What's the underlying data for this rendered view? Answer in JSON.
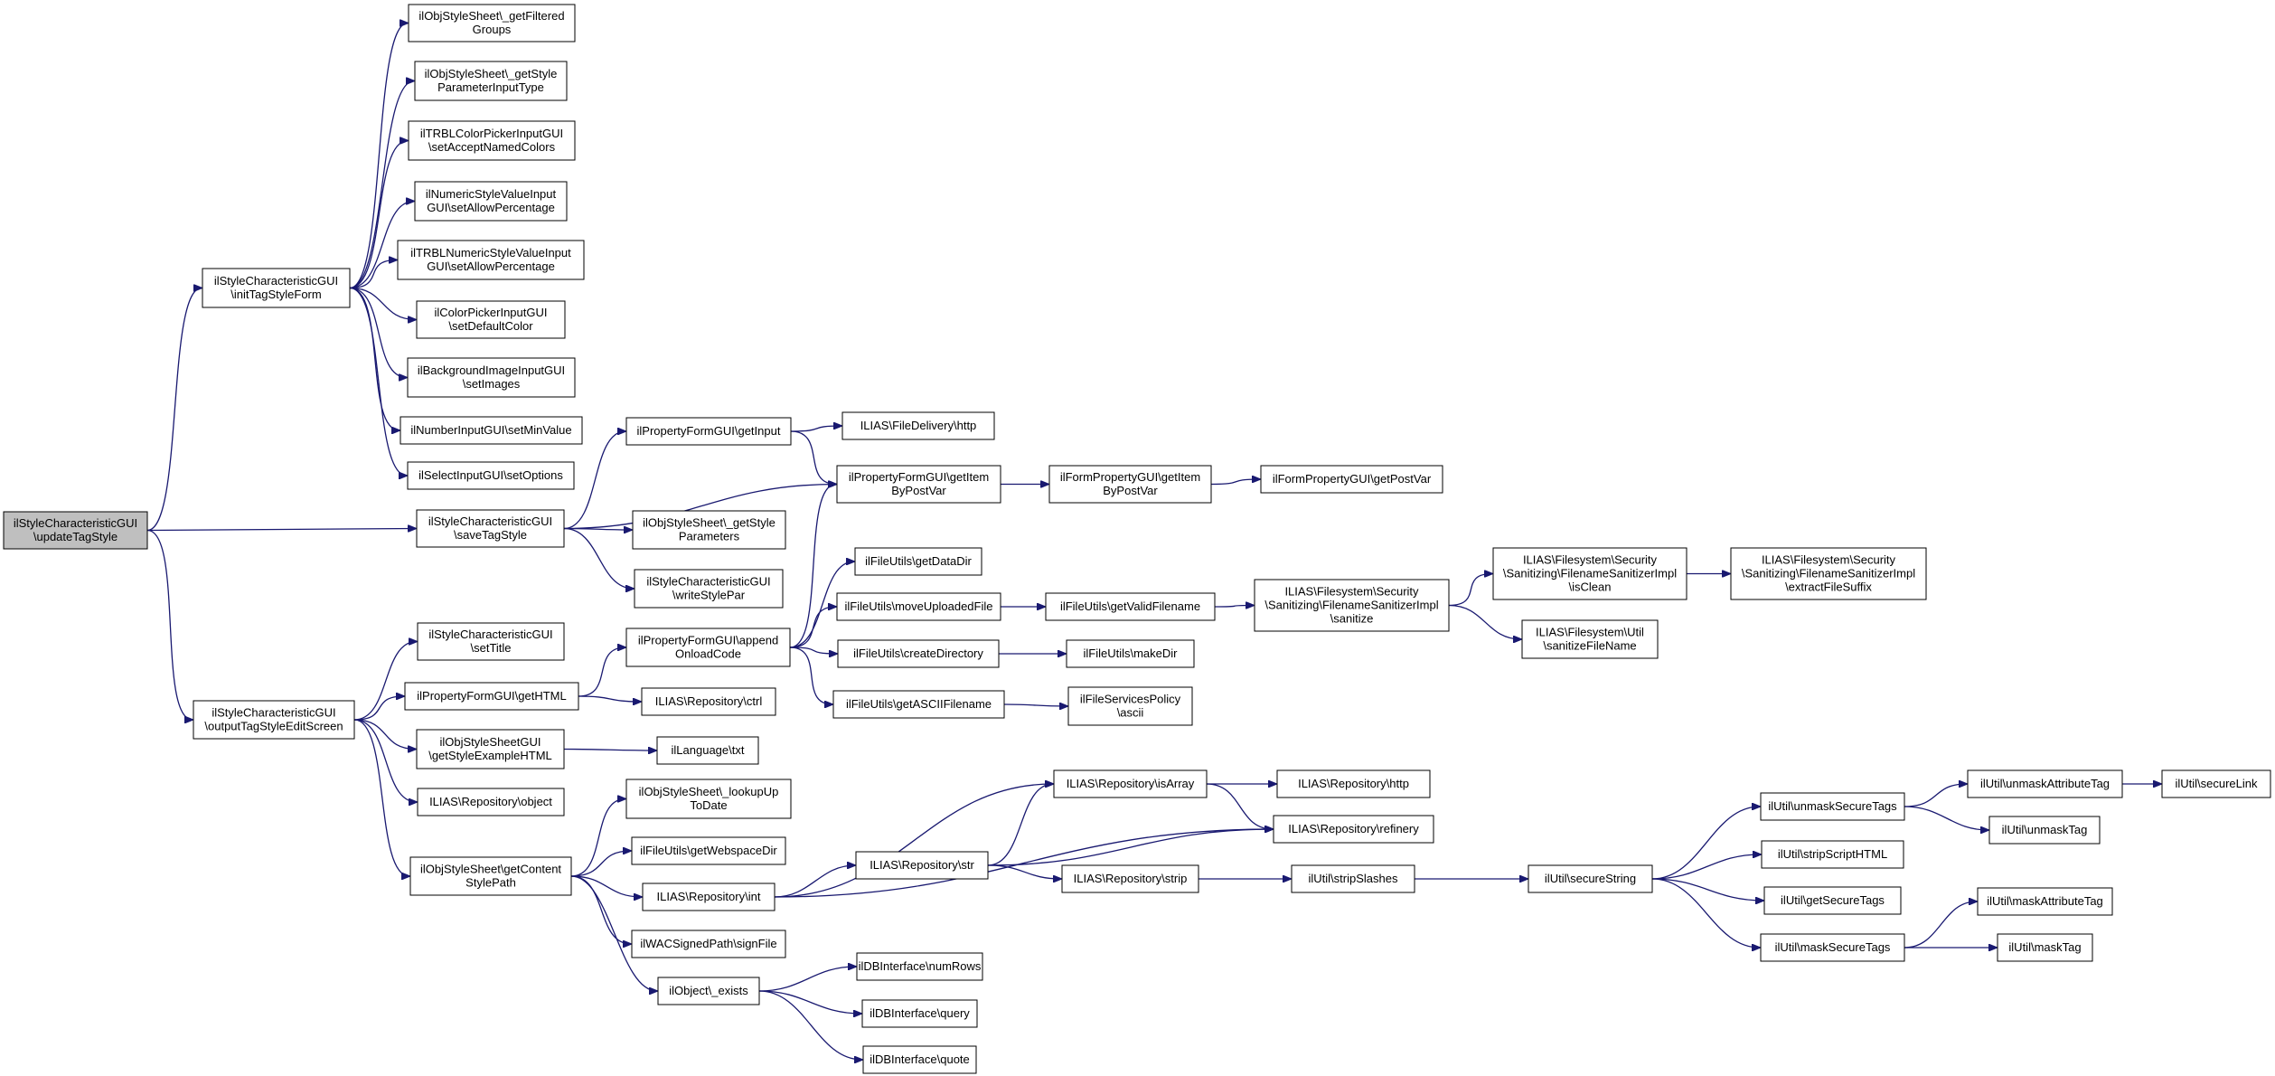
{
  "colors": {
    "edge": "#191970",
    "root_fill": "#bfbfbf",
    "node_fill": "#ffffff",
    "node_stroke": "#000000"
  },
  "nodes": [
    {
      "id": "n0",
      "lines": [
        "ilStyleCharacteristicGUI",
        "\\updateTagStyle"
      ],
      "root": true
    },
    {
      "id": "n1",
      "lines": [
        "ilStyleCharacteristicGUI",
        "\\initTagStyleForm"
      ]
    },
    {
      "id": "n2",
      "lines": [
        "ilStyleCharacteristicGUI",
        "\\saveTagStyle"
      ]
    },
    {
      "id": "n3",
      "lines": [
        "ilStyleCharacteristicGUI",
        "\\outputTagStyleEditScreen"
      ]
    },
    {
      "id": "n4",
      "lines": [
        "ilObjStyleSheet\\_getFiltered",
        "Groups"
      ]
    },
    {
      "id": "n5",
      "lines": [
        "ilObjStyleSheet\\_getStyle",
        "ParameterInputType"
      ]
    },
    {
      "id": "n6",
      "lines": [
        "ilTRBLColorPickerInputGUI",
        "\\setAcceptNamedColors"
      ]
    },
    {
      "id": "n7",
      "lines": [
        "ilNumericStyleValueInput",
        "GUI\\setAllowPercentage"
      ]
    },
    {
      "id": "n8",
      "lines": [
        "ilTRBLNumericStyleValueInput",
        "GUI\\setAllowPercentage"
      ]
    },
    {
      "id": "n9",
      "lines": [
        "ilColorPickerInputGUI",
        "\\setDefaultColor"
      ]
    },
    {
      "id": "n10",
      "lines": [
        "ilBackgroundImageInputGUI",
        "\\setImages"
      ]
    },
    {
      "id": "n11",
      "lines": [
        "ilNumberInputGUI\\setMinValue"
      ]
    },
    {
      "id": "n12",
      "lines": [
        "ilSelectInputGUI\\setOptions"
      ]
    },
    {
      "id": "n13",
      "lines": [
        "ilPropertyFormGUI\\getInput"
      ]
    },
    {
      "id": "n14",
      "lines": [
        "ilPropertyFormGUI\\getItem",
        "ByPostVar"
      ]
    },
    {
      "id": "n15",
      "lines": [
        "ilObjStyleSheet\\_getStyle",
        "Parameters"
      ]
    },
    {
      "id": "n16",
      "lines": [
        "ilStyleCharacteristicGUI",
        "\\writeStylePar"
      ]
    },
    {
      "id": "n17",
      "lines": [
        "ILIAS\\FileDelivery\\http"
      ]
    },
    {
      "id": "n18",
      "lines": [
        "ilFormPropertyGUI\\getItem",
        "ByPostVar"
      ]
    },
    {
      "id": "n19",
      "lines": [
        "ilFormPropertyGUI\\getPostVar"
      ]
    },
    {
      "id": "n20",
      "lines": [
        "ilStyleCharacteristicGUI",
        "\\setTitle"
      ]
    },
    {
      "id": "n21",
      "lines": [
        "ilPropertyFormGUI\\getHTML"
      ]
    },
    {
      "id": "n22",
      "lines": [
        "ilObjStyleSheetGUI",
        "\\getStyleExampleHTML"
      ]
    },
    {
      "id": "n23",
      "lines": [
        "ILIAS\\Repository\\object"
      ]
    },
    {
      "id": "n24",
      "lines": [
        "ilObjStyleSheet\\getContent",
        "StylePath"
      ]
    },
    {
      "id": "n25",
      "lines": [
        "ilPropertyFormGUI\\append",
        "OnloadCode"
      ]
    },
    {
      "id": "n26",
      "lines": [
        "ILIAS\\Repository\\ctrl"
      ]
    },
    {
      "id": "n27",
      "lines": [
        "ilLanguage\\txt"
      ]
    },
    {
      "id": "n28",
      "lines": [
        "ilFileUtils\\getDataDir"
      ]
    },
    {
      "id": "n29",
      "lines": [
        "ilFileUtils\\moveUploadedFile"
      ]
    },
    {
      "id": "n30",
      "lines": [
        "ilFileUtils\\createDirectory"
      ]
    },
    {
      "id": "n31",
      "lines": [
        "ilFileUtils\\getASCIIFilename"
      ]
    },
    {
      "id": "n32",
      "lines": [
        "ilFileUtils\\getValidFilename"
      ]
    },
    {
      "id": "n33",
      "lines": [
        "ilFileUtils\\makeDir"
      ]
    },
    {
      "id": "n34",
      "lines": [
        "ilFileServicesPolicy",
        "\\ascii"
      ]
    },
    {
      "id": "n35",
      "lines": [
        "ILIAS\\Filesystem\\Security",
        "\\Sanitizing\\FilenameSanitizerImpl",
        "\\sanitize"
      ]
    },
    {
      "id": "n36",
      "lines": [
        "ILIAS\\Filesystem\\Security",
        "\\Sanitizing\\FilenameSanitizerImpl",
        "\\isClean"
      ]
    },
    {
      "id": "n37",
      "lines": [
        "ILIAS\\Filesystem\\Util",
        "\\sanitizeFileName"
      ]
    },
    {
      "id": "n38",
      "lines": [
        "ILIAS\\Filesystem\\Security",
        "\\Sanitizing\\FilenameSanitizerImpl",
        "\\extractFileSuffix"
      ]
    },
    {
      "id": "n39",
      "lines": [
        "ilObjStyleSheet\\_lookupUp",
        "ToDate"
      ]
    },
    {
      "id": "n40",
      "lines": [
        "ilFileUtils\\getWebspaceDir"
      ]
    },
    {
      "id": "n41",
      "lines": [
        "ILIAS\\Repository\\int"
      ]
    },
    {
      "id": "n42",
      "lines": [
        "ilWACSignedPath\\signFile"
      ]
    },
    {
      "id": "n43",
      "lines": [
        "ilObject\\_exists"
      ]
    },
    {
      "id": "n44",
      "lines": [
        "ILIAS\\Repository\\str"
      ]
    },
    {
      "id": "n45",
      "lines": [
        "ILIAS\\Repository\\isArray"
      ]
    },
    {
      "id": "n46",
      "lines": [
        "ILIAS\\Repository\\strip"
      ]
    },
    {
      "id": "n47",
      "lines": [
        "ILIAS\\Repository\\http"
      ]
    },
    {
      "id": "n48",
      "lines": [
        "ILIAS\\Repository\\refinery"
      ]
    },
    {
      "id": "n49",
      "lines": [
        "ilUtil\\stripSlashes"
      ]
    },
    {
      "id": "n50",
      "lines": [
        "ilUtil\\secureString"
      ]
    },
    {
      "id": "n51",
      "lines": [
        "ilUtil\\unmaskSecureTags"
      ]
    },
    {
      "id": "n52",
      "lines": [
        "ilUtil\\stripScriptHTML"
      ]
    },
    {
      "id": "n53",
      "lines": [
        "ilUtil\\getSecureTags"
      ]
    },
    {
      "id": "n54",
      "lines": [
        "ilUtil\\maskSecureTags"
      ]
    },
    {
      "id": "n55",
      "lines": [
        "ilUtil\\unmaskAttributeTag"
      ]
    },
    {
      "id": "n56",
      "lines": [
        "ilUtil\\unmaskTag"
      ]
    },
    {
      "id": "n57",
      "lines": [
        "ilUtil\\secureLink"
      ]
    },
    {
      "id": "n58",
      "lines": [
        "ilUtil\\maskAttributeTag"
      ]
    },
    {
      "id": "n59",
      "lines": [
        "ilUtil\\maskTag"
      ]
    },
    {
      "id": "n60",
      "lines": [
        "ilDBInterface\\numRows"
      ]
    },
    {
      "id": "n61",
      "lines": [
        "ilDBInterface\\query"
      ]
    },
    {
      "id": "n62",
      "lines": [
        "ilDBInterface\\quote"
      ]
    }
  ],
  "edges": [
    [
      "n0",
      "n1"
    ],
    [
      "n0",
      "n2"
    ],
    [
      "n0",
      "n3"
    ],
    [
      "n1",
      "n4"
    ],
    [
      "n1",
      "n5"
    ],
    [
      "n1",
      "n6"
    ],
    [
      "n1",
      "n7"
    ],
    [
      "n1",
      "n8"
    ],
    [
      "n1",
      "n9"
    ],
    [
      "n1",
      "n10"
    ],
    [
      "n1",
      "n11"
    ],
    [
      "n1",
      "n12"
    ],
    [
      "n2",
      "n13"
    ],
    [
      "n2",
      "n14"
    ],
    [
      "n2",
      "n15"
    ],
    [
      "n2",
      "n16"
    ],
    [
      "n13",
      "n17"
    ],
    [
      "n13",
      "n14"
    ],
    [
      "n14",
      "n18"
    ],
    [
      "n18",
      "n19"
    ],
    [
      "n3",
      "n20"
    ],
    [
      "n3",
      "n21"
    ],
    [
      "n3",
      "n22"
    ],
    [
      "n3",
      "n23"
    ],
    [
      "n3",
      "n24"
    ],
    [
      "n21",
      "n25"
    ],
    [
      "n21",
      "n26"
    ],
    [
      "n22",
      "n27"
    ],
    [
      "n25",
      "n14"
    ],
    [
      "n25",
      "n28"
    ],
    [
      "n25",
      "n29"
    ],
    [
      "n25",
      "n30"
    ],
    [
      "n25",
      "n31"
    ],
    [
      "n29",
      "n32"
    ],
    [
      "n30",
      "n33"
    ],
    [
      "n31",
      "n34"
    ],
    [
      "n32",
      "n35"
    ],
    [
      "n35",
      "n36"
    ],
    [
      "n35",
      "n37"
    ],
    [
      "n36",
      "n38"
    ],
    [
      "n24",
      "n39"
    ],
    [
      "n24",
      "n40"
    ],
    [
      "n24",
      "n41"
    ],
    [
      "n24",
      "n42"
    ],
    [
      "n24",
      "n43"
    ],
    [
      "n41",
      "n44"
    ],
    [
      "n41",
      "n45"
    ],
    [
      "n41",
      "n48"
    ],
    [
      "n44",
      "n45"
    ],
    [
      "n44",
      "n46"
    ],
    [
      "n44",
      "n48"
    ],
    [
      "n45",
      "n47"
    ],
    [
      "n45",
      "n48"
    ],
    [
      "n46",
      "n49"
    ],
    [
      "n49",
      "n50"
    ],
    [
      "n50",
      "n51"
    ],
    [
      "n50",
      "n52"
    ],
    [
      "n50",
      "n53"
    ],
    [
      "n50",
      "n54"
    ],
    [
      "n51",
      "n55"
    ],
    [
      "n51",
      "n56"
    ],
    [
      "n55",
      "n57"
    ],
    [
      "n54",
      "n58"
    ],
    [
      "n54",
      "n59"
    ],
    [
      "n43",
      "n60"
    ],
    [
      "n43",
      "n61"
    ],
    [
      "n43",
      "n62"
    ]
  ]
}
